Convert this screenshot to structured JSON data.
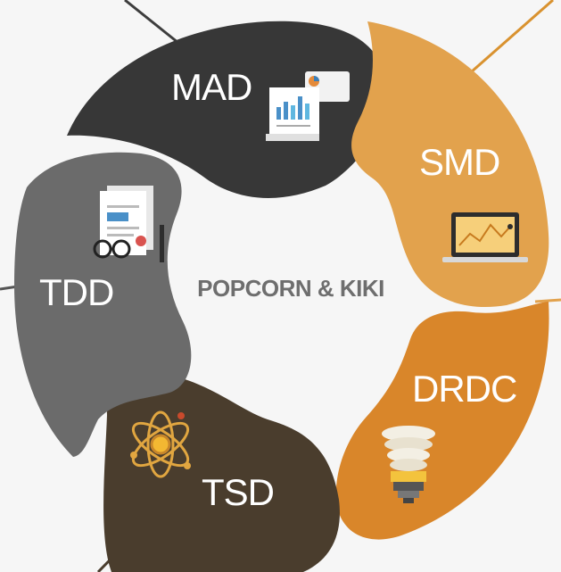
{
  "center": {
    "label": "POPCORN & KIKI",
    "color": "#6e6e6e"
  },
  "segments": [
    {
      "label": "MAD",
      "color": "#373737",
      "icon": "report-charts-icon"
    },
    {
      "label": "SMD",
      "color": "#e2a24d",
      "icon": "laptop-chart-icon"
    },
    {
      "label": "DRDC",
      "color": "#d9862a",
      "icon": "lightbulb-icon"
    },
    {
      "label": "TSD",
      "color": "#4a3d2d",
      "icon": "atom-icon"
    },
    {
      "label": "TDD",
      "color": "#6b6b6b",
      "icon": "documents-glasses-icon"
    }
  ],
  "connector_color": "#4a3d2d"
}
